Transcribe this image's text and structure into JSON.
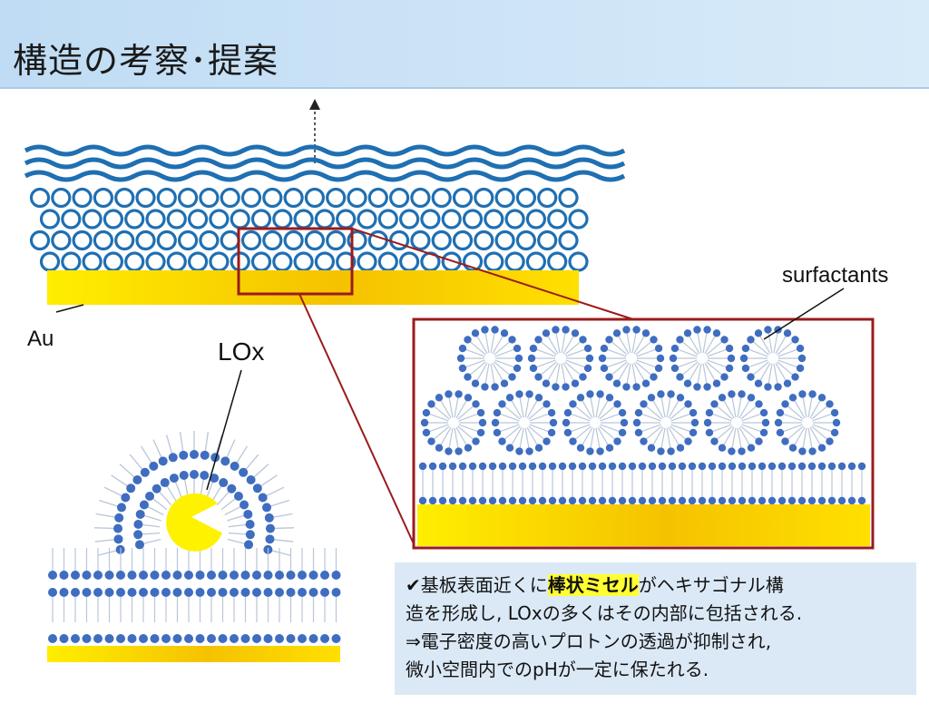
{
  "slide": {
    "title": "構造の考察･提案"
  },
  "labels": {
    "au": "Au",
    "lox": "LOx",
    "surfactants": "surfactants"
  },
  "note": {
    "check_mark": "✔",
    "line1_pre": "基板表面近くに",
    "line1_highlight": "棒状ミセル",
    "line1_post": "がヘキサゴナル構",
    "line2": "造を形成し, LOxの多くはその内部に包括される.",
    "line3": "⇒電子密度の高いプロトンの透過が抑制され,",
    "line4": "微小空間内でのpHが一定に保たれる."
  },
  "colors": {
    "header_bg": "#c6e0f5",
    "wave_blue": "#1f6fb2",
    "circle_blue": "#1f6fb2",
    "gold_light": "#ffee00",
    "gold_dark": "#f0b400",
    "zoom_frame": "#9b1b1b",
    "molecule_head": "#3f6dc0",
    "note_bg": "#dbe9f7",
    "highlight": "#ffff33"
  }
}
